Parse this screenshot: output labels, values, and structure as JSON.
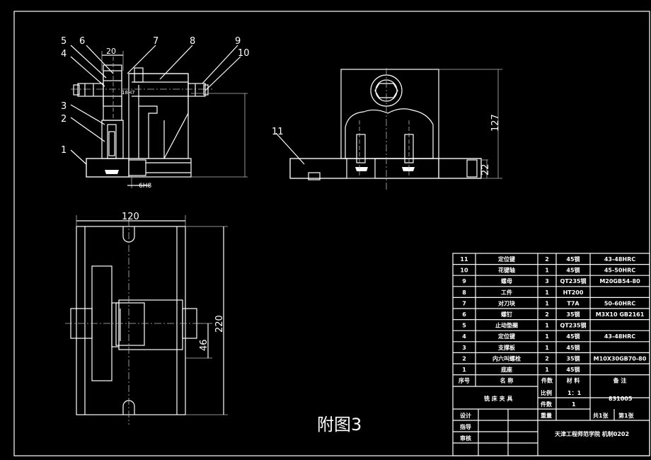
{
  "caption": "附图3",
  "front_view": {
    "balloons": [
      "1",
      "2",
      "3",
      "4",
      "5",
      "6",
      "7",
      "8",
      "9",
      "10"
    ],
    "dim_top": "20",
    "dim_small": "18H7",
    "dim_bottom": "6H8"
  },
  "side_view": {
    "balloons": [
      "11"
    ],
    "dim_height": "127",
    "dim_low": "22"
  },
  "top_view": {
    "dim_width": "120",
    "dim_height": "220",
    "dim_offset": "46"
  },
  "bom": {
    "rows": [
      {
        "no": "11",
        "name": "定位键",
        "qty": "2",
        "mat": "45钢",
        "note": "43-48HRC"
      },
      {
        "no": "10",
        "name": "花键轴",
        "qty": "1",
        "mat": "45钢",
        "note": "45-50HRC"
      },
      {
        "no": "9",
        "name": "螺母",
        "qty": "3",
        "mat": "QT235钢",
        "note": "M20GB54-80"
      },
      {
        "no": "8",
        "name": "工件",
        "qty": "1",
        "mat": "HT200",
        "note": ""
      },
      {
        "no": "7",
        "name": "对刀块",
        "qty": "1",
        "mat": "T7A",
        "note": "50-60HRC"
      },
      {
        "no": "6",
        "name": "螺钉",
        "qty": "2",
        "mat": "35钢",
        "note": "M3X10 GB2161"
      },
      {
        "no": "5",
        "name": "止动垫圈",
        "qty": "1",
        "mat": "QT235钢",
        "note": ""
      },
      {
        "no": "4",
        "name": "定位键",
        "qty": "1",
        "mat": "45钢",
        "note": "43-48HRC"
      },
      {
        "no": "3",
        "name": "支撑板",
        "qty": "1",
        "mat": "45钢",
        "note": ""
      },
      {
        "no": "2",
        "name": "内六叫螺栓",
        "qty": "2",
        "mat": "35钢",
        "note": "M10X30GB70-80"
      },
      {
        "no": "1",
        "name": "底座",
        "qty": "1",
        "mat": "45钢",
        "note": ""
      }
    ],
    "header": {
      "no": "序号",
      "name": "名    称",
      "qty": "件数",
      "mat": "材  料",
      "note": "备    注"
    },
    "title": "铣 床 夹 具",
    "scale_label": "比例",
    "scale_value": "1：1",
    "count_label": "件数",
    "count_value": "1",
    "drawing_no": "831005",
    "design": "设计",
    "weight": "重量",
    "sheets_total": "共1张",
    "sheet_no": "第1张",
    "guide": "指导",
    "review": "审核",
    "school": "天津工程师范学院  机制0202"
  }
}
